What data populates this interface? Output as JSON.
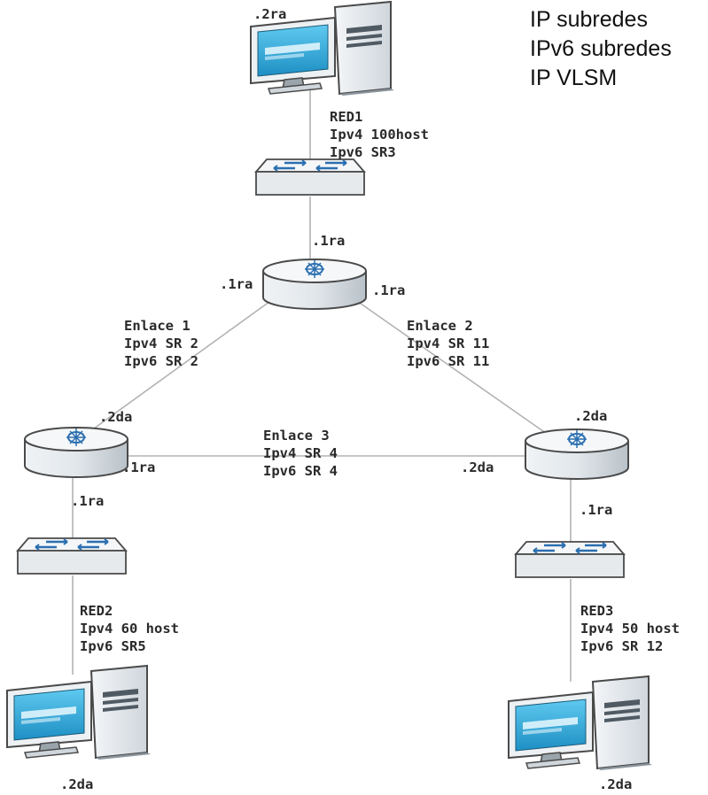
{
  "legend": [
    "IP subredes",
    "IPv6 subredes",
    "IP VLSM"
  ],
  "networks": {
    "red1": [
      "RED1",
      "Ipv4 100host",
      "Ipv6 SR3"
    ],
    "red2": [
      "RED2",
      "Ipv4 60 host",
      "Ipv6 SR5"
    ],
    "red3": [
      "RED3",
      "Ipv4 50 host",
      "Ipv6 SR 12"
    ],
    "enlace1": [
      "Enlace 1",
      "Ipv4 SR 2",
      "Ipv6 SR 2"
    ],
    "enlace2": [
      "Enlace 2",
      "Ipv4 SR 11",
      "Ipv6 SR 11"
    ],
    "enlace3": [
      "Enlace 3",
      "Ipv4 SR 4",
      "Ipv6 SR 4"
    ]
  },
  "addresses": {
    "pc1": ".2ra",
    "r1_to_switch1": ".1ra",
    "r1_to_link1": ".1ra",
    "r1_to_link2": ".1ra",
    "r2_to_link1": ".2da",
    "r2_to_link3": ".1ra",
    "r2_to_switch2": ".1ra",
    "r3_to_link2": ".2da",
    "r3_to_link3": ".2da",
    "r3_to_switch3": ".1ra",
    "pc2": ".2da",
    "pc3": ".2da"
  },
  "colors": {
    "link_line": "#b3b3b3",
    "screen": "#2aa6d9",
    "device_body": "#e9eef2",
    "text": "#2a2a2a"
  }
}
